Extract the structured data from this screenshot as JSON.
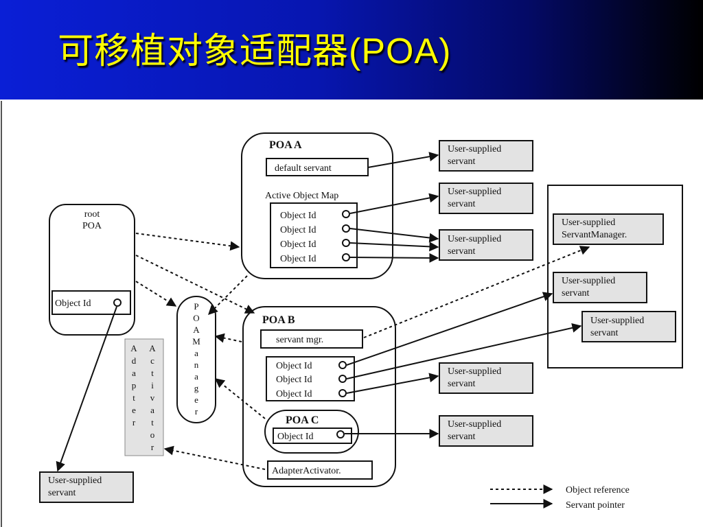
{
  "title": "可移植对象适配器(POA)",
  "root_poa": {
    "line1": "root",
    "line2": "POA",
    "object_id": "Object Id"
  },
  "poa_a": {
    "title": "POA A",
    "default_servant": "default servant",
    "aom_label": "Active Object Map",
    "object_ids": [
      "Object Id",
      "Object Id",
      "Object Id",
      "Object Id"
    ]
  },
  "poa_b": {
    "title": "POA B",
    "servant_mgr": "servant mgr.",
    "object_ids": [
      "Object Id",
      "Object Id",
      "Object Id"
    ]
  },
  "poa_c": {
    "title": "POA C",
    "object_id": "Object Id"
  },
  "adapter_activator": "AdapterActivator.",
  "poa_manager_letters": [
    "P",
    "O",
    "A",
    "M",
    "a",
    "n",
    "a",
    "g",
    "e",
    "r"
  ],
  "adapter_column": [
    "A",
    "d",
    "a",
    "p",
    "t",
    "e",
    "r"
  ],
  "activator_column": [
    "A",
    "c",
    "t",
    "i",
    "v",
    "a",
    "t",
    "o",
    "r"
  ],
  "servants": {
    "s1": [
      "User-supplied",
      "servant"
    ],
    "s2": [
      "User-supplied",
      "servant"
    ],
    "s3": [
      "User-supplied",
      "servant"
    ],
    "s4": [
      "User-supplied",
      "servant"
    ],
    "s5": [
      "User-supplied",
      "servant"
    ],
    "servant_manager": [
      "User-supplied",
      "ServantManager."
    ],
    "mgr_s1": [
      "User-supplied",
      "servant"
    ],
    "mgr_s2": [
      "User-supplied",
      "servant"
    ],
    "root_servant": [
      "User-supplied",
      "servant"
    ]
  },
  "legend": {
    "object_reference": "Object reference",
    "servant_pointer": "Servant pointer"
  }
}
